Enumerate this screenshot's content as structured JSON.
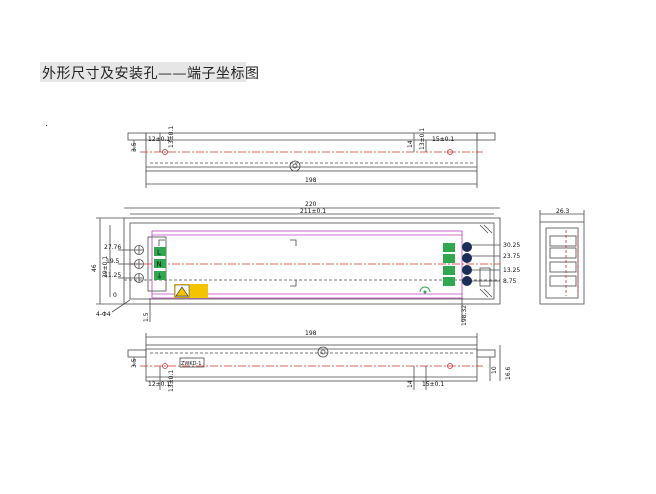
{
  "header": {
    "title": "外形尺寸及安装孔——端子坐标图",
    "marker": "."
  },
  "top_view": {
    "dim_left_a": "12±0.1",
    "dim_left_b": "13±0.1",
    "dim_left_c": "3.5",
    "dim_right_a": "15±0.1",
    "dim_right_b": "13±0.1",
    "dim_right_c": "14",
    "dim_length": "198"
  },
  "front_view": {
    "dim_total": "220",
    "dim_holes": "211±0.1",
    "dim_height": "46",
    "dim_height_holes": "39±0.1",
    "left_coords": [
      "27.76",
      "19.5",
      "11.25",
      "0"
    ],
    "right_coords": [
      "30.25",
      "23.75",
      "13.25",
      "8.75"
    ],
    "terminal_left": [
      "L",
      "N",
      "⏚"
    ],
    "mount_holes": "4-Φ4",
    "dim_bottom_left": "1.5",
    "dim_bottom_right": "198.32"
  },
  "side_view": {
    "dim_width": "26.3"
  },
  "bottom_view": {
    "dim_length": "198",
    "dim_left_a": "12±0.1",
    "dim_left_b": "13±0.1",
    "dim_left_c": "3.5",
    "dim_right_a": "15±0.1",
    "dim_right_c": "14",
    "dim_right_d": "10",
    "dim_right_e": "16.6",
    "label_tag": "ZWKD-1"
  },
  "colors": {
    "outline": "#4a4a4a",
    "center_line": "#d0302a",
    "frame": "#c040c0",
    "terminal_green": "#2fa84f",
    "warning": "#f5c400",
    "terminal_dark": "#1b2e5a"
  }
}
